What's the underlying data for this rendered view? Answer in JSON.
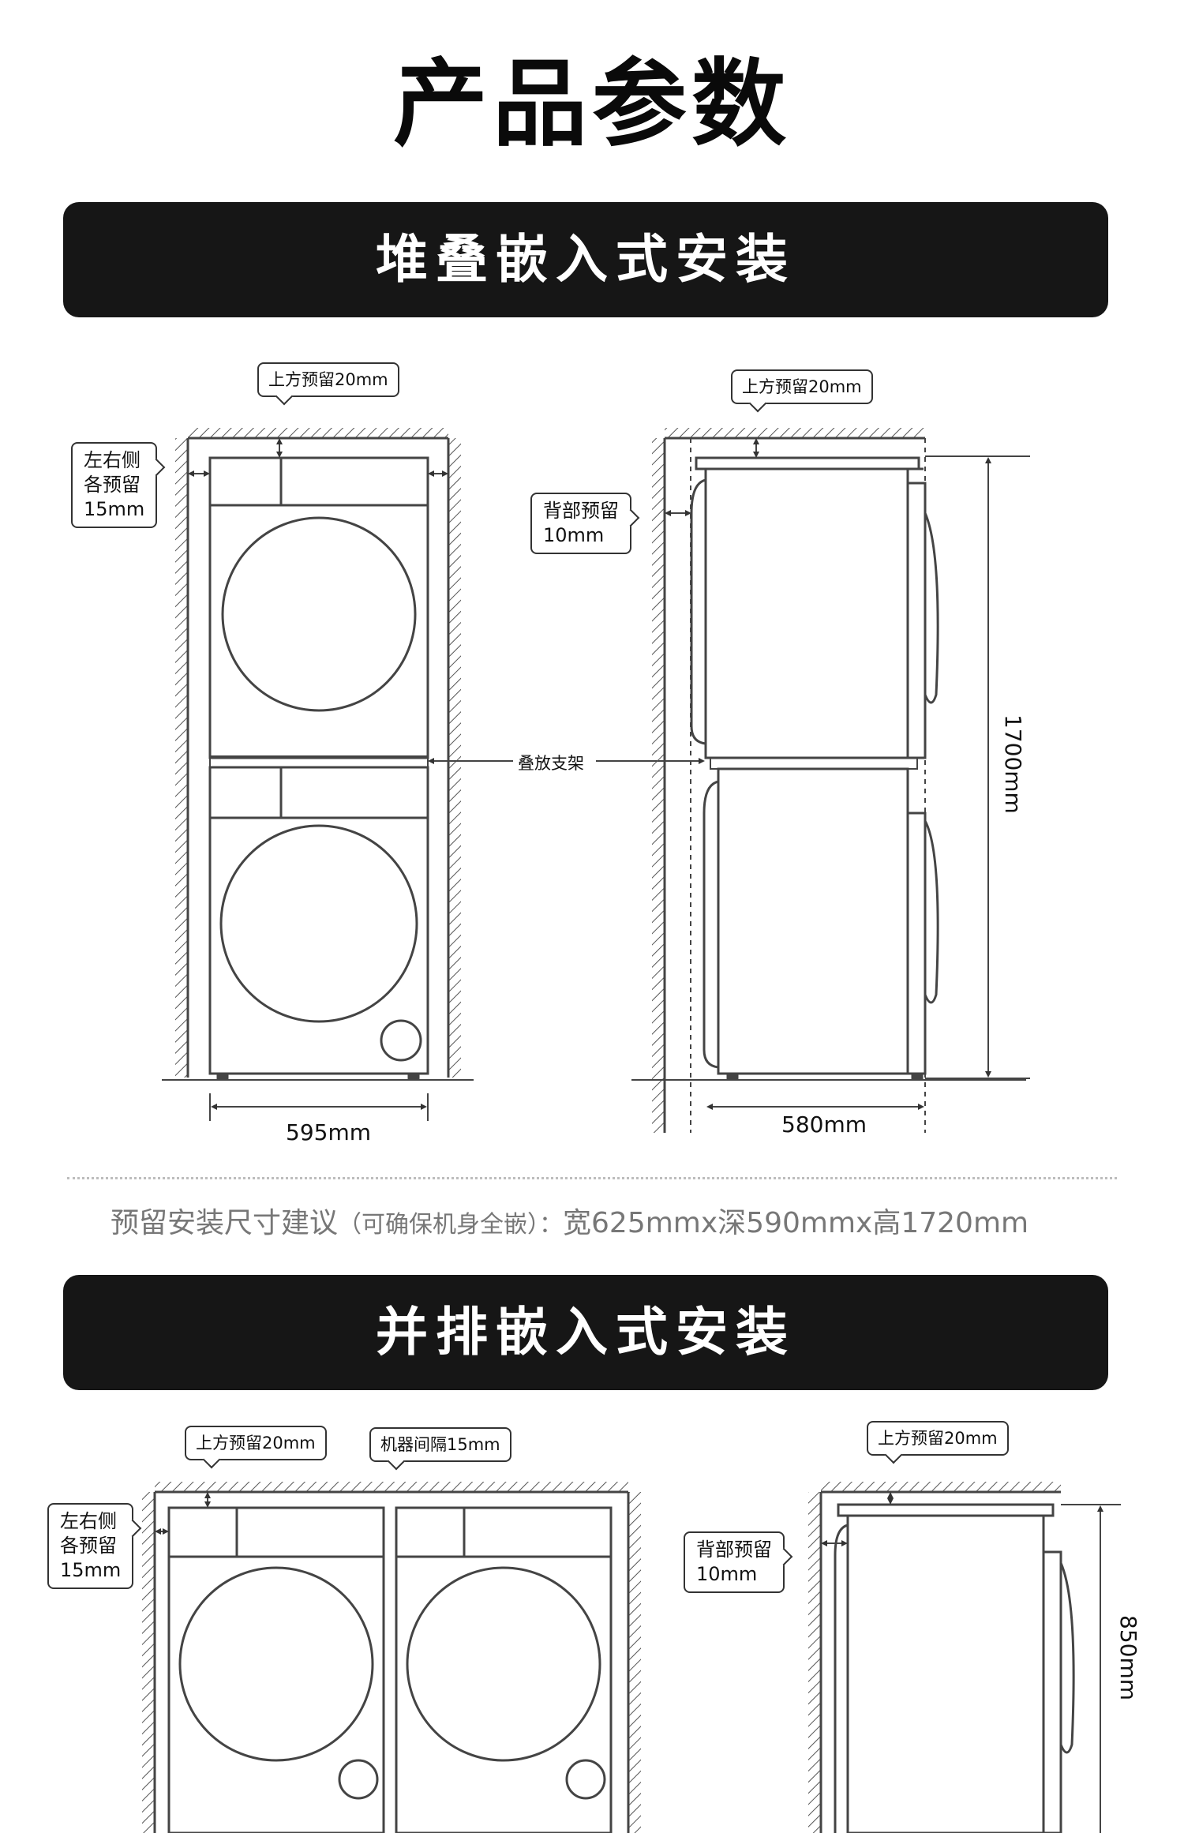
{
  "page_title": "产品参数",
  "section_stacked": {
    "banner": "堆叠嵌入式安装",
    "front_view": {
      "top_gap_label": "上方预留20mm",
      "side_gap_label": [
        "左右侧",
        "各预留",
        "15mm"
      ],
      "width_label": "595mm"
    },
    "side_view": {
      "top_gap_label": "上方预留20mm",
      "back_gap_label": [
        "背部预留",
        "10mm"
      ],
      "depth_label": "580mm",
      "height_label": "1700mm"
    },
    "rack_label": "叠放支架",
    "suggestion": {
      "prefix": "预留安装尺寸建议",
      "paren": "（可确保机身全嵌）：",
      "dims": "宽625mmx深590mmx高1720mm"
    }
  },
  "section_side_by_side": {
    "banner": "并排嵌入式安装",
    "front_view": {
      "top_gap_label": "上方预留20mm",
      "spacing_label": "机器间隔15mm",
      "side_gap_label": [
        "左右侧",
        "各预留",
        "15mm"
      ]
    },
    "side_view": {
      "top_gap_label": "上方预留20mm",
      "back_gap_label": [
        "背部预留",
        "10mm"
      ],
      "height_label": "850mm"
    }
  }
}
